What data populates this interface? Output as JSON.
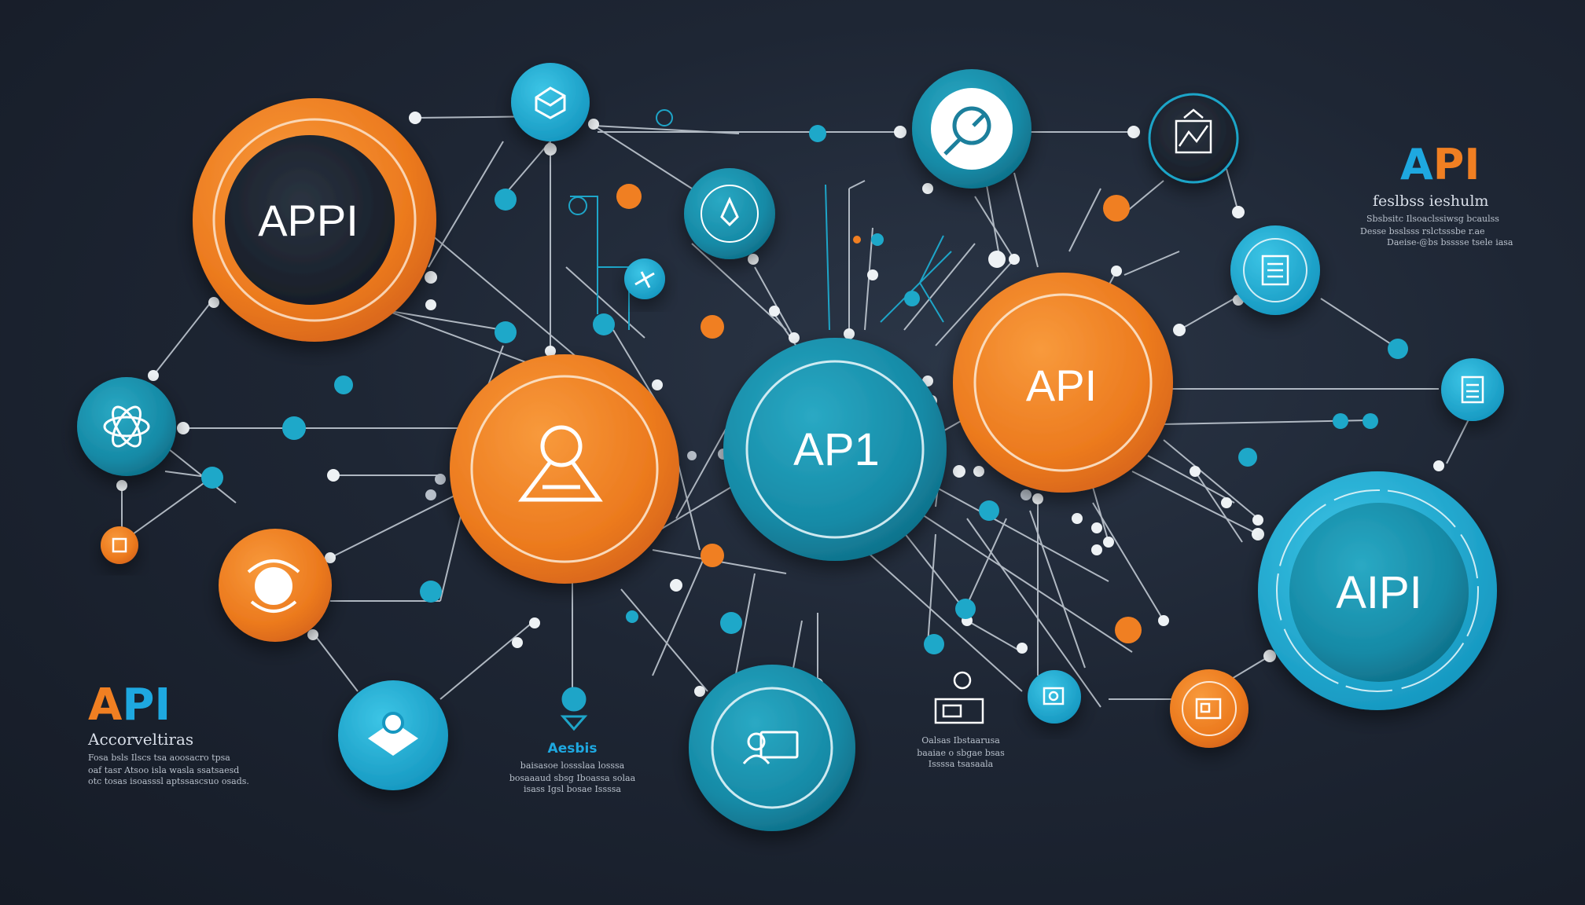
{
  "colors": {
    "background": "#1e2634",
    "orange": "#f07f22",
    "teal": "#1b9bb5",
    "cyan": "#22b3d6",
    "line": "#c9d1da",
    "dot": "#e9edf1"
  },
  "hubs": [
    {
      "id": "hub-api-top-left",
      "label": "APPI",
      "color": "orange",
      "dark_core": true
    },
    {
      "id": "hub-user",
      "label": "",
      "color": "orange",
      "icon": "user-icon"
    },
    {
      "id": "hub-api-center",
      "label": "AP1",
      "color": "teal"
    },
    {
      "id": "hub-api-right",
      "label": "API",
      "color": "orange"
    },
    {
      "id": "hub-api-far-right",
      "label": "AIPI",
      "color": "teal"
    },
    {
      "id": "hub-monitor",
      "label": "",
      "color": "teal",
      "icon": "monitor-user-icon"
    }
  ],
  "nodes": [
    {
      "id": "node-box",
      "icon": "box-icon",
      "color": "cyan"
    },
    {
      "id": "node-pin",
      "icon": "pin-icon",
      "color": "teal"
    },
    {
      "id": "node-search",
      "icon": "magnifier-icon",
      "color": "teal"
    },
    {
      "id": "node-chart",
      "icon": "chart-frame-icon",
      "color": "dark"
    },
    {
      "id": "node-doc",
      "icon": "document-icon",
      "color": "cyan"
    },
    {
      "id": "node-doc-2",
      "icon": "document-icon",
      "color": "cyan"
    },
    {
      "id": "node-atom",
      "icon": "atom-icon",
      "color": "teal"
    },
    {
      "id": "node-small-orange",
      "icon": "square-icon",
      "color": "orange"
    },
    {
      "id": "node-face",
      "icon": "face-icon",
      "color": "orange"
    },
    {
      "id": "node-cube",
      "icon": "cube-icon",
      "color": "cyan"
    },
    {
      "id": "node-plane",
      "icon": "plane-icon",
      "color": "cyan"
    },
    {
      "id": "node-settings",
      "icon": "gear-icon",
      "color": "cyan"
    },
    {
      "id": "node-card",
      "icon": "card-icon",
      "color": "orange"
    }
  ],
  "captions": {
    "top_right": {
      "title_a": "A",
      "title_b": "PI",
      "subtitle": "feslbss ieshulm",
      "lines": [
        "Sbsbsitc Ilsoaclssiwsg bcaulss",
        "Desse  bsslsss  rslctsssbe  r.ae",
        "Daeise-@bs bsssse tsele iasa"
      ]
    },
    "bottom_left": {
      "title_a": "A",
      "title_b": "PI",
      "subtitle": "Accorveltiras",
      "lines": [
        "Fosa  bsls Ilscs tsa  aoosacro  tpsa",
        "oaf  tasr  Atsoo  isla  wasla  ssatsaesd",
        "otc  tosas  isoasssl  aptssascsuo  osads."
      ]
    },
    "bottom_center": {
      "title": "Aesbis",
      "lines": [
        "baisasoe  lossslaa losssa",
        "bosaaaud  sbsg Iboassa solaa",
        "isass  Igsl bosae Issssa"
      ]
    },
    "bottom_center_right": {
      "lines": [
        "Oalsas  Ibstaarusa",
        "baaiae  o sbgae bsas",
        "Issssa  tsasaala"
      ]
    }
  }
}
